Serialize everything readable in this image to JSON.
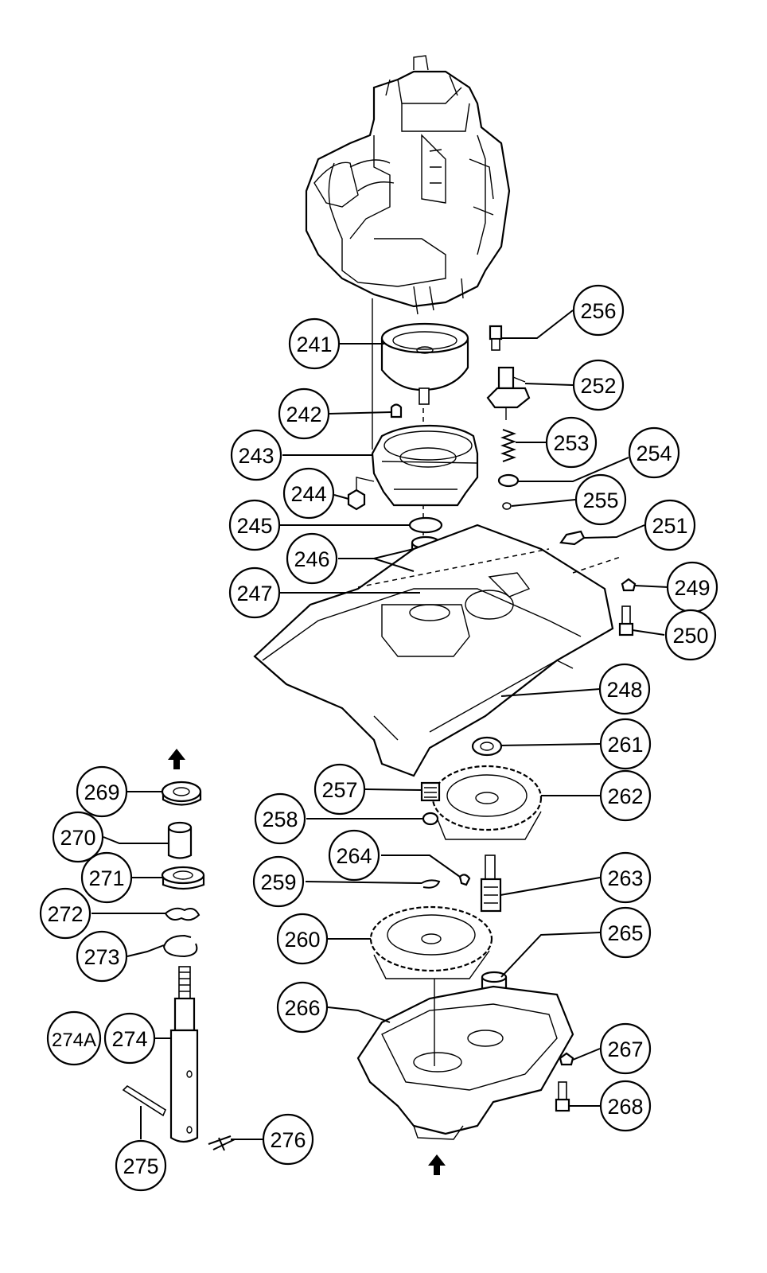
{
  "callouts": [
    {
      "id": "c241",
      "label": "241"
    },
    {
      "id": "c242",
      "label": "242"
    },
    {
      "id": "c243",
      "label": "243"
    },
    {
      "id": "c244",
      "label": "244"
    },
    {
      "id": "c245",
      "label": "245"
    },
    {
      "id": "c246",
      "label": "246"
    },
    {
      "id": "c247",
      "label": "247"
    },
    {
      "id": "c248",
      "label": "248"
    },
    {
      "id": "c249",
      "label": "249"
    },
    {
      "id": "c250",
      "label": "250"
    },
    {
      "id": "c251",
      "label": "251"
    },
    {
      "id": "c252",
      "label": "252"
    },
    {
      "id": "c253",
      "label": "253"
    },
    {
      "id": "c254",
      "label": "254"
    },
    {
      "id": "c255",
      "label": "255"
    },
    {
      "id": "c256",
      "label": "256"
    },
    {
      "id": "c257",
      "label": "257"
    },
    {
      "id": "c258",
      "label": "258"
    },
    {
      "id": "c259",
      "label": "259"
    },
    {
      "id": "c260",
      "label": "260"
    },
    {
      "id": "c261",
      "label": "261"
    },
    {
      "id": "c262",
      "label": "262"
    },
    {
      "id": "c263",
      "label": "263"
    },
    {
      "id": "c264",
      "label": "264"
    },
    {
      "id": "c265",
      "label": "265"
    },
    {
      "id": "c266",
      "label": "266"
    },
    {
      "id": "c267",
      "label": "267"
    },
    {
      "id": "c268",
      "label": "268"
    },
    {
      "id": "c269",
      "label": "269"
    },
    {
      "id": "c270",
      "label": "270"
    },
    {
      "id": "c271",
      "label": "271"
    },
    {
      "id": "c272",
      "label": "272"
    },
    {
      "id": "c273",
      "label": "273"
    },
    {
      "id": "c274",
      "label": "274"
    },
    {
      "id": "c274a",
      "label": "274A"
    },
    {
      "id": "c275",
      "label": "275"
    },
    {
      "id": "c276",
      "label": "276"
    }
  ]
}
